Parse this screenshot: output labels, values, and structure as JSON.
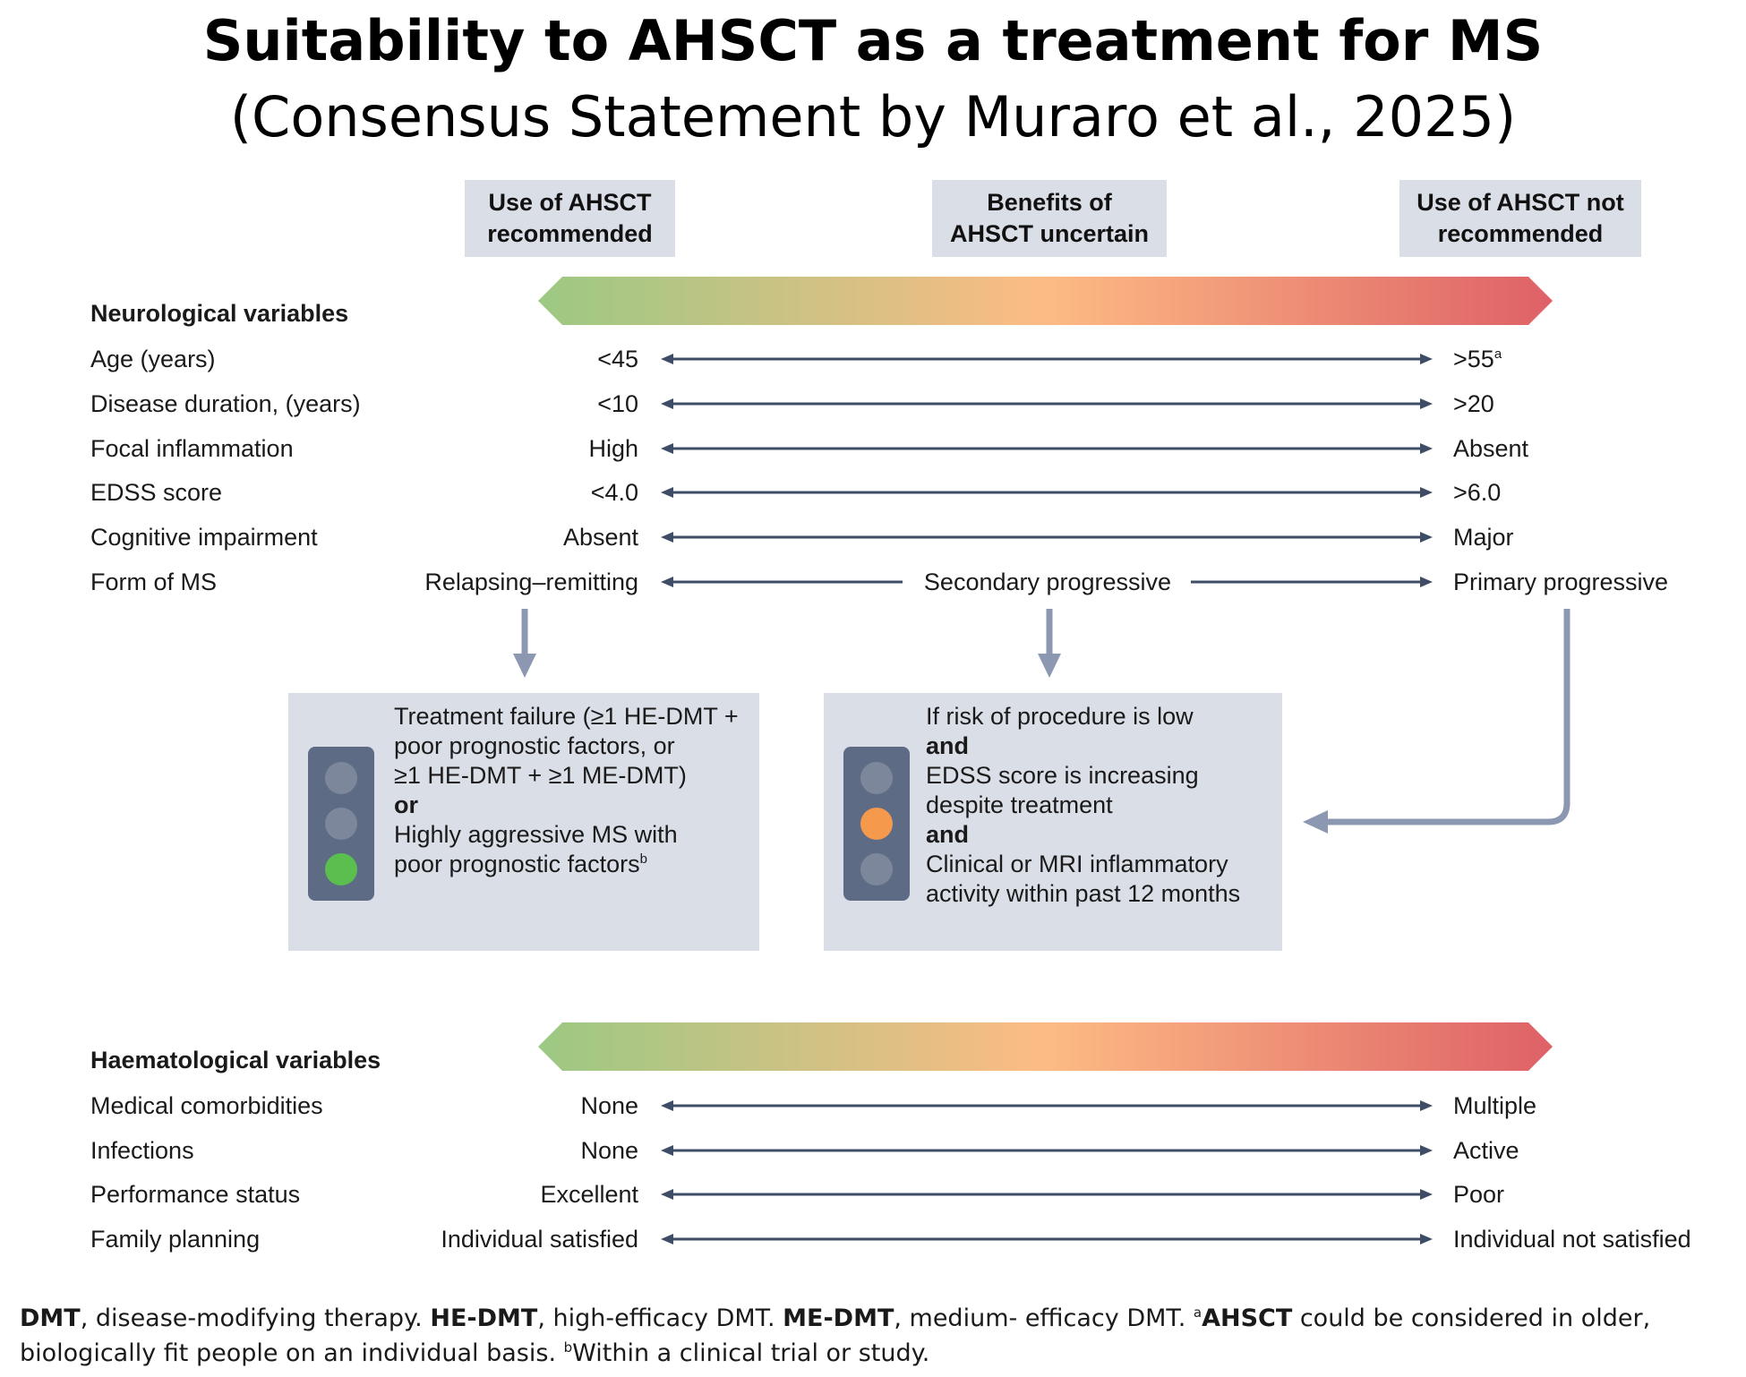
{
  "title": "Suitability to AHSCT as a treatment for MS",
  "subtitle": "(Consensus Statement by Muraro et al., 2025)",
  "headers": {
    "recommended": "Use of AHSCT\nrecommended",
    "uncertain": "Benefits of\nAHSCT uncertain",
    "not_recommended": "Use of AHSCT not\nrecommended"
  },
  "colors": {
    "gradient_green": "#9bc983",
    "gradient_orange": "#fdbb84",
    "gradient_red": "#de6167",
    "arrow_dark": "#3e4c66",
    "flow_arrow": "#8c98b2",
    "box_bg": "#dadee7",
    "light_off": "#7d879b",
    "light_green": "#5bbf4f",
    "light_orange": "#f59a4d"
  },
  "neurological": {
    "heading": "Neurological variables",
    "rows": [
      {
        "label": "Age (years)",
        "left": "<45",
        "right": ">55",
        "right_sup": "a"
      },
      {
        "label": "Disease duration, (years)",
        "left": "<10",
        "right": ">20"
      },
      {
        "label": "Focal inflammation",
        "left": "High",
        "right": "Absent"
      },
      {
        "label": "EDSS score",
        "left": "<4.0",
        "right": ">6.0"
      },
      {
        "label": "Cognitive impairment",
        "left": "Absent",
        "right": "Major"
      },
      {
        "label": "Form of MS",
        "left": "Relapsing–remitting",
        "middle": "Secondary progressive",
        "right": "Primary progressive"
      }
    ]
  },
  "box_recommended": {
    "lines": [
      {
        "text": "Treatment failure (≥1 HE-DMT +"
      },
      {
        "text": "poor prognostic factors, or"
      },
      {
        "text": "≥1 HE-DMT + ≥1 ME-DMT)"
      },
      {
        "text": "or",
        "bold": true
      },
      {
        "text": "Highly aggressive MS with"
      },
      {
        "text": "poor prognostic factors",
        "sup": "b"
      }
    ],
    "light": "green"
  },
  "box_uncertain": {
    "lines": [
      {
        "text": "If risk of procedure is low"
      },
      {
        "text": "and",
        "bold": true
      },
      {
        "text": "EDSS score is increasing"
      },
      {
        "text": "despite treatment"
      },
      {
        "text": "and",
        "bold": true
      },
      {
        "text": "Clinical or MRI inflammatory"
      },
      {
        "text": "activity within past 12 months"
      }
    ],
    "light": "orange"
  },
  "haematological": {
    "heading": "Haematological variables",
    "rows": [
      {
        "label": "Medical comorbidities",
        "left": "None",
        "right": "Multiple"
      },
      {
        "label": "Infections",
        "left": "None",
        "right": "Active"
      },
      {
        "label": "Performance status",
        "left": "Excellent",
        "right": "Poor"
      },
      {
        "label": "Family planning",
        "left": "Individual satisfied",
        "right": "Individual not satisfied"
      }
    ]
  },
  "footer": {
    "parts": [
      {
        "text": "DMT",
        "bold": true
      },
      {
        "text": ", disease-modifying therapy. "
      },
      {
        "text": "HE-DMT",
        "bold": true
      },
      {
        "text": ", high-efficacy DMT. "
      },
      {
        "text": "ME-DMT",
        "bold": true
      },
      {
        "text": ", medium- efficacy DMT. "
      },
      {
        "text": "a",
        "sup": true
      },
      {
        "text": "AHSCT",
        "bold": true
      },
      {
        "text": " could be considered in older, biologically fit people on an individual basis. "
      },
      {
        "text": "b",
        "sup": true
      },
      {
        "text": "Within a clinical trial or study."
      }
    ]
  }
}
